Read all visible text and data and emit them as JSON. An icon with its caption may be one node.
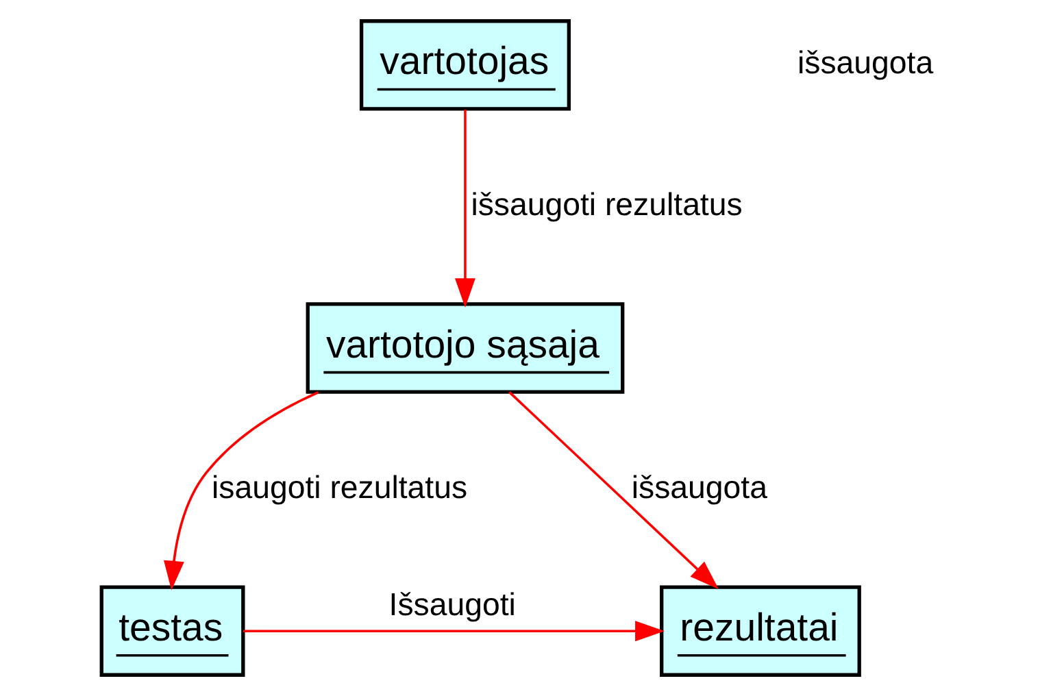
{
  "diagram": {
    "nodes": [
      {
        "text": [
          "vartotojas"
        ]
      },
      {
        "text": [
          "vartotojo sąsaja"
        ]
      },
      {
        "text": [
          "testas"
        ]
      },
      {
        "text": [
          "rezultatai"
        ]
      }
    ],
    "edges": [
      {
        "from": 0,
        "to": 1,
        "arrow": "to",
        "label": "išsaugoti rezultatus"
      },
      {
        "from": 1,
        "to": 2,
        "arrow": "to",
        "label": "isaugoti rezultatus"
      },
      {
        "from": 1,
        "to": 3,
        "arrow": "to",
        "label": "išsaugota"
      },
      {
        "from": 2,
        "to": 3,
        "arrow": "to",
        "label": "Išsaugoti"
      }
    ],
    "labels": [
      "išsaugota"
    ]
  }
}
